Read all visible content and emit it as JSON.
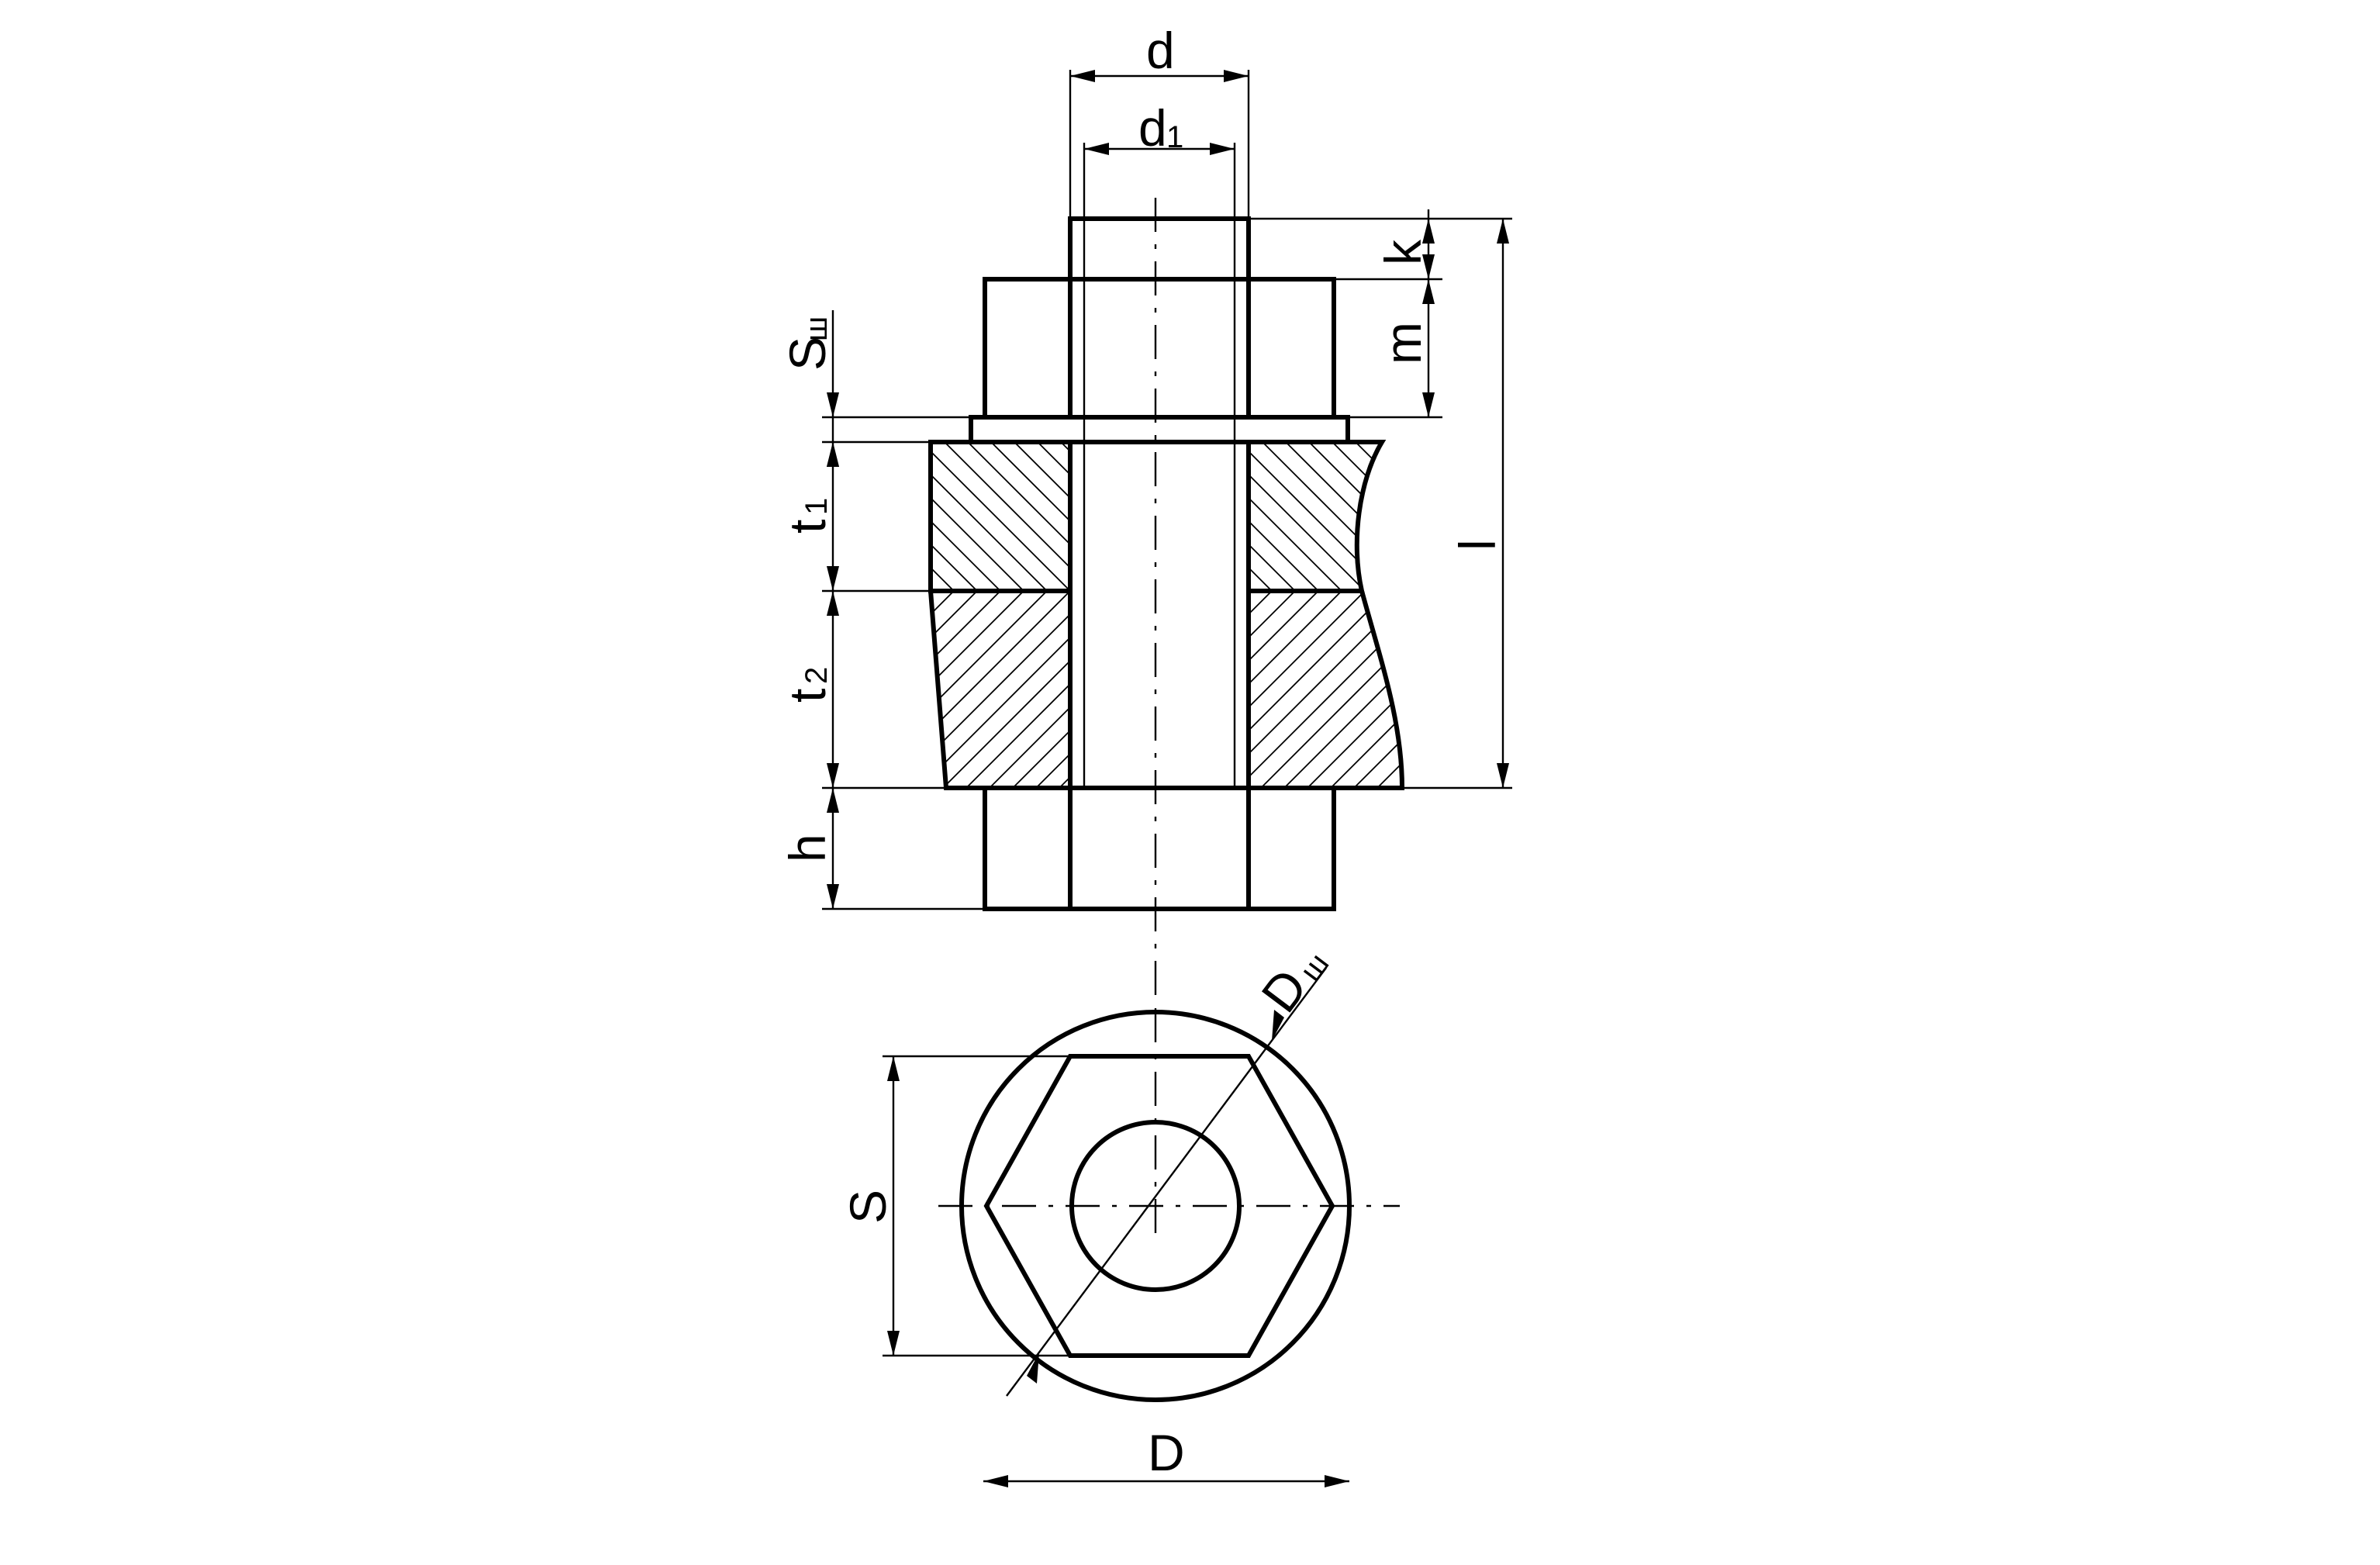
{
  "labels": {
    "d": "d",
    "d1_main": "d",
    "d1_sub": "1",
    "k": "k",
    "m": "m",
    "l": "l",
    "s_sh_main": "S",
    "s_sh_sub": "ш",
    "t1_main": "t",
    "t1_sub": "1",
    "t2_main": "t",
    "t2_sub": "2",
    "h": "h",
    "s": "S",
    "d_sh_main": "D",
    "d_sh_sub": "ш",
    "d_outer": "D"
  }
}
